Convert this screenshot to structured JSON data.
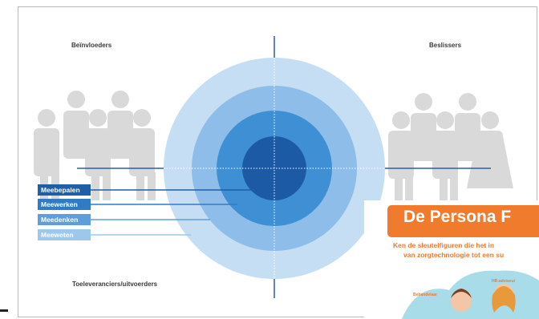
{
  "labels": {
    "top_left": "Beïnvloeders",
    "top_right": "Beslissers",
    "bottom_left": "Toeleveranciers/uitvoerders"
  },
  "levels": [
    {
      "label": "Meebepalen",
      "color": "#1f5fa8"
    },
    {
      "label": "Meewerken",
      "color": "#2e7cc6"
    },
    {
      "label": "Meedenken",
      "color": "#5c9fdc"
    },
    {
      "label": "Meeweten",
      "color": "#9ec7ec"
    }
  ],
  "rings_colors": [
    "#c5def3",
    "#8dbde8",
    "#3f8fd5",
    "#1c5aa6"
  ],
  "persona_card": {
    "title": "De Persona F",
    "subtitle_line1": "Ken de sleutelfiguren die het in",
    "subtitle_line2": "van zorgtechnologie tot een su",
    "roles": [
      "HR-adviseur",
      "Behandelaar"
    ]
  },
  "colors": {
    "accent_orange": "#f07b2c",
    "silhouette": "#d9d9d9",
    "axis": "#2a5ea8"
  }
}
